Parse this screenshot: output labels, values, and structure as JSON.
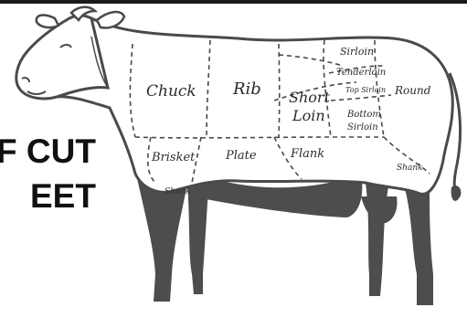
{
  "heading": {
    "line1": "F CUT",
    "line2": "EET"
  },
  "cuts": {
    "chuck": "Chuck",
    "rib": "Rib",
    "short_loin_1": "Short",
    "short_loin_2": "Loin",
    "sirloin": "Sirloin",
    "tenderloin": "Tenderloin",
    "top_sirloin": "Top Sirloin",
    "bottom_sirloin_1": "Bottom",
    "bottom_sirloin_2": "Sirloin",
    "round": "Round",
    "brisket": "Brisket",
    "plate": "Plate",
    "flank": "Flank",
    "shank_front": "Shank",
    "shank_rear": "Shank"
  },
  "colors": {
    "outline": "#4a4a4a",
    "legs": "#4d4d4d",
    "body": "#ffffff",
    "heading_text": "#111111"
  }
}
